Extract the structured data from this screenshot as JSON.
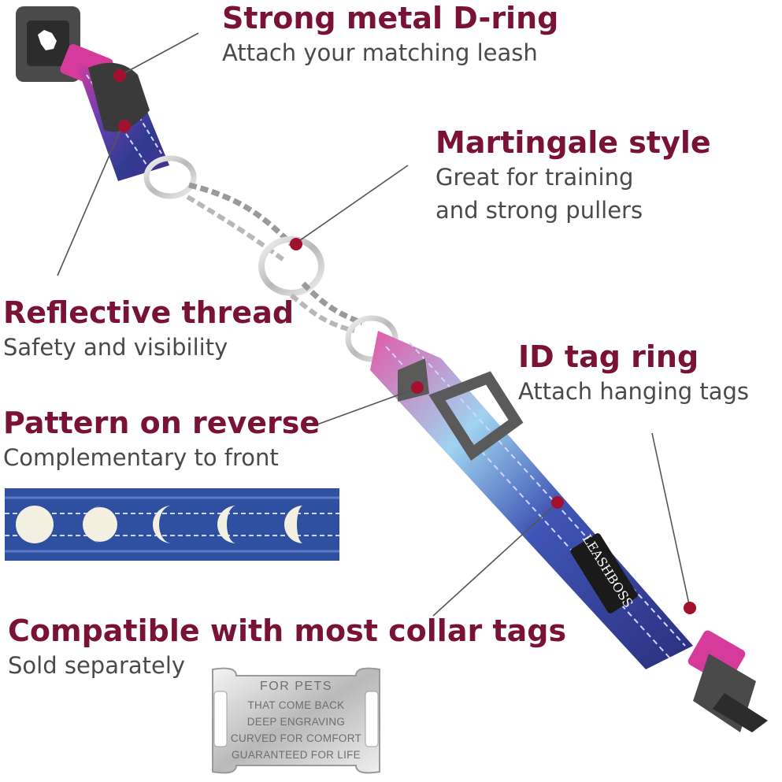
{
  "features": {
    "dring": {
      "title": "Strong metal D-ring",
      "subtitle": "Attach your matching leash"
    },
    "martingale": {
      "title": "Martingale style",
      "subtitle_lines": [
        "Great for training",
        "and strong pullers"
      ]
    },
    "reflective": {
      "title": "Reflective thread",
      "subtitle": "Safety and visibility"
    },
    "idtag": {
      "title": "ID tag ring",
      "subtitle": "Attach hanging tags"
    },
    "pattern": {
      "title": "Pattern on reverse",
      "subtitle": "Complementary to front"
    },
    "compatible": {
      "title": "Compatible with most collar tags",
      "subtitle": "Sold separately"
    }
  },
  "collar_tag": {
    "lines": [
      "FOR PETS",
      "THAT COME BACK",
      "DEEP ENGRAVING",
      "CURVED FOR COMFORT",
      "GUARANTEED FOR LIFE"
    ]
  },
  "brand": {
    "label": "LEASHBOSS"
  },
  "colors": {
    "title": "#7a1233",
    "subtitle": "#4a4a4a",
    "dot": "#a3102e",
    "strap_blue": "#2f3b8f",
    "strap_pink": "#d63b9b"
  },
  "icons": [
    "red-dot-marker",
    "leader-line",
    "moon-phase-icon"
  ]
}
